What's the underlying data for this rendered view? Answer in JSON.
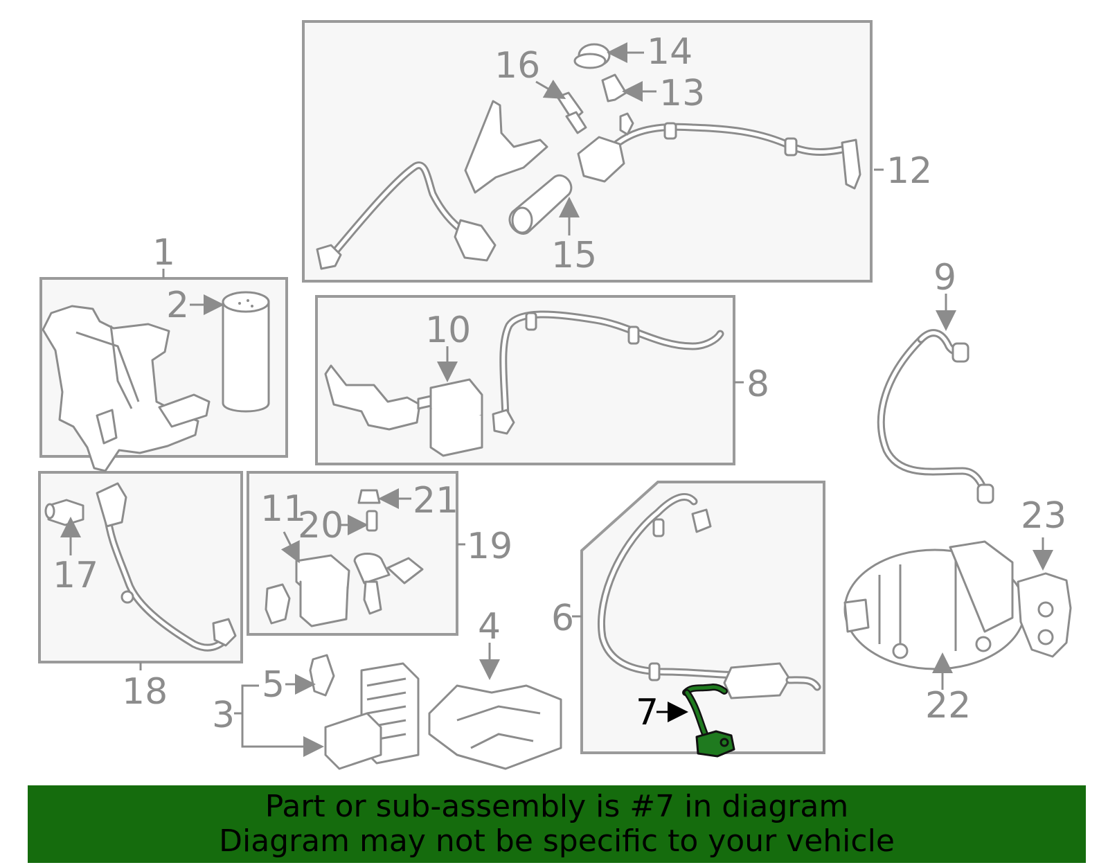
{
  "callouts": {
    "c1": "1",
    "c2": "2",
    "c3": "3",
    "c4": "4",
    "c5": "5",
    "c6": "6",
    "c7": "7",
    "c8": "8",
    "c9": "9",
    "c10": "10",
    "c11": "11",
    "c12": "12",
    "c13": "13",
    "c14": "14",
    "c15": "15",
    "c16": "16",
    "c17": "17",
    "c18": "18",
    "c19": "19",
    "c20": "20",
    "c21": "21",
    "c22": "22",
    "c23": "23"
  },
  "highlight": {
    "part_number": "7",
    "color": "#1f7a1f"
  },
  "banner": {
    "line1": "Part or sub-assembly is #7 in diagram",
    "line2": "Diagram may not be specific to your vehicle",
    "background": "#156c0d"
  }
}
